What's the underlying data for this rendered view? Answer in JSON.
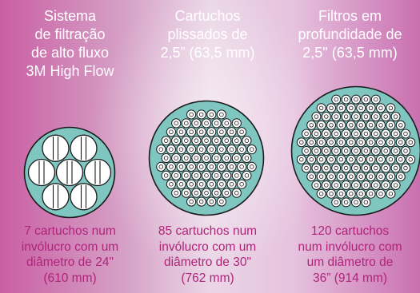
{
  "columns": [
    {
      "title": [
        "Sistema",
        "de filtração",
        "de alto fluxo",
        "3M High Flow"
      ],
      "caption": [
        "7 cartuchos num",
        "invólucro com um",
        "diâmetro de 24\"",
        "(610 mm)"
      ]
    },
    {
      "title": [
        "Cartuchos",
        "plissados de",
        "2,5” (63,5 mm)"
      ],
      "caption": [
        "85 cartuchos num",
        "invólucro com um",
        "diâmetro de 30\"",
        "(762 mm)"
      ]
    },
    {
      "title": [
        "Filtros em",
        "profundidade de",
        "2,5\" (63,5 mm)"
      ],
      "caption": [
        "120 cartuchos",
        "num invólucro com",
        "um diâmetro de",
        "36” (914 mm)"
      ]
    }
  ],
  "diagrams": [
    {
      "name": "high-flow-housing",
      "cartridges": 7
    },
    {
      "name": "pleated-housing",
      "cartridges": 85
    },
    {
      "name": "depth-housing",
      "cartridges": 120
    }
  ],
  "colors": {
    "housing_fill": "#7fc6c1",
    "housing_stroke": "#1a1a1a",
    "cartridge_fill": "#ffffff",
    "title_text": "#ffffff",
    "caption_text": "#b0237a"
  }
}
